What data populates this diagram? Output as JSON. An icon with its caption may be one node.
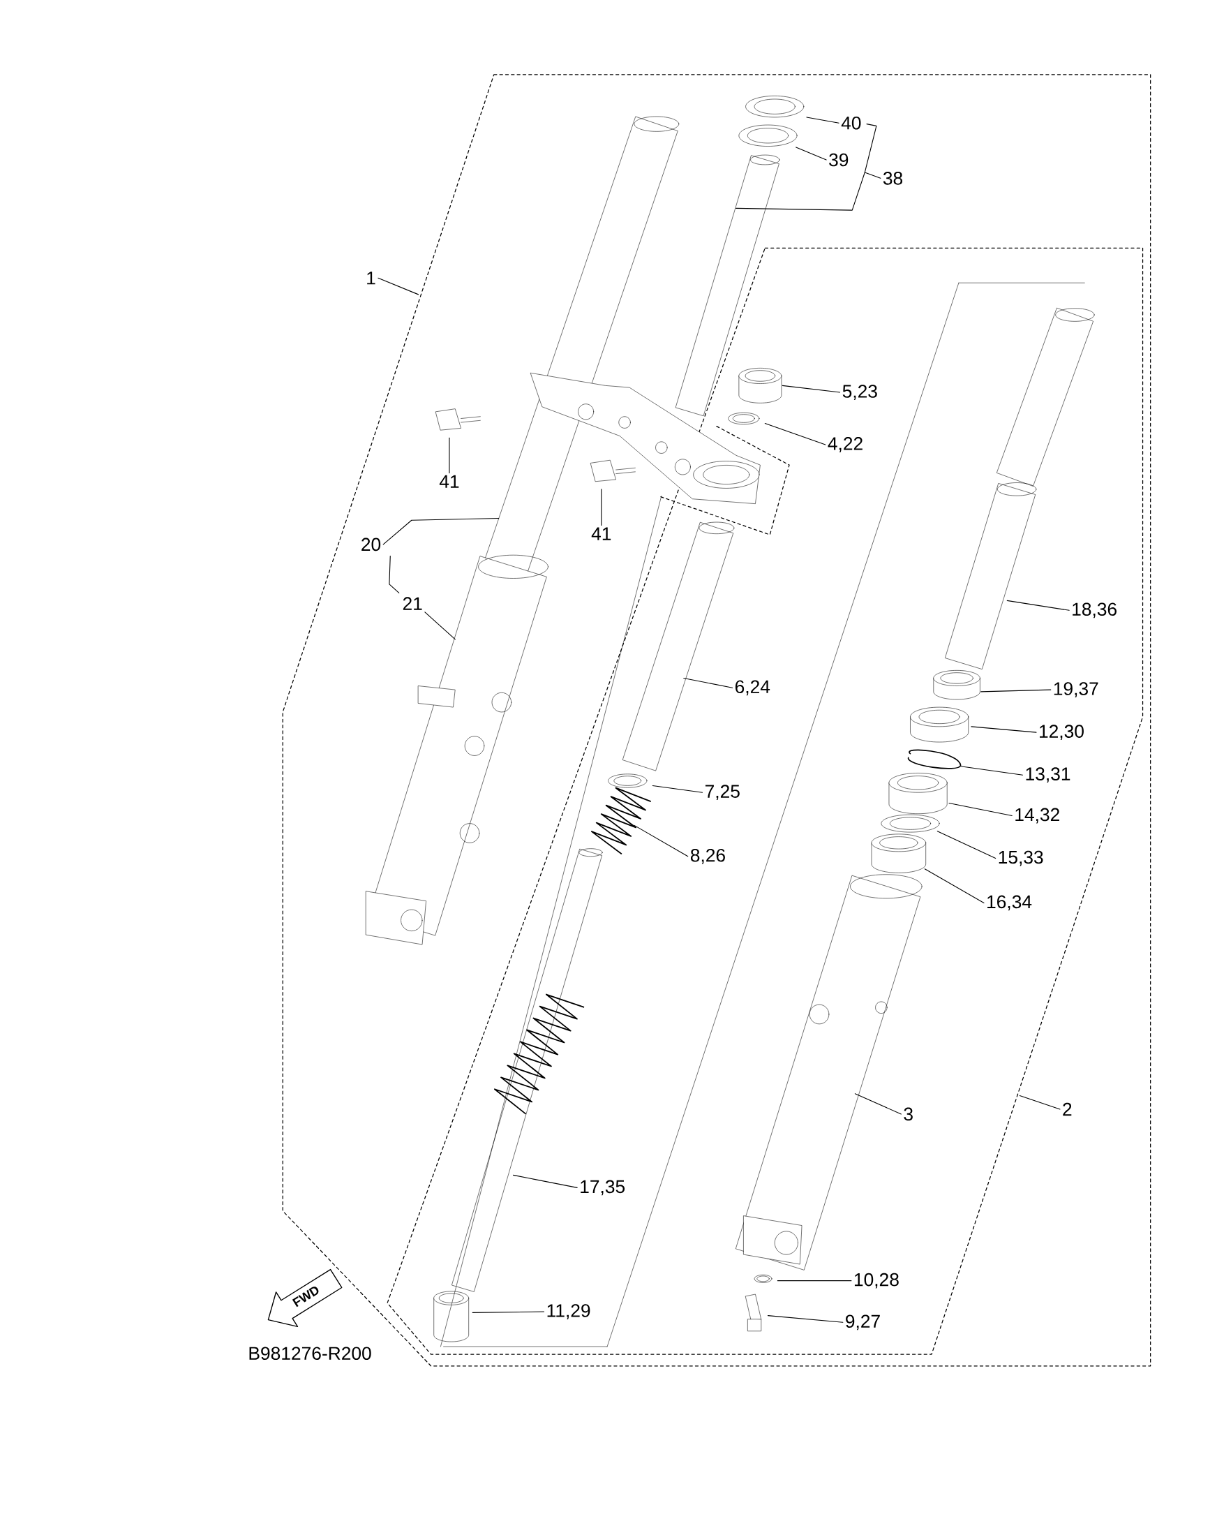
{
  "diagram": {
    "nodes": [
      {
        "text": [
          "40"
        ]
      },
      {
        "text": [
          "39"
        ]
      },
      {
        "text": [
          "38"
        ]
      },
      {
        "text": [
          "1"
        ]
      },
      {
        "text": [
          "5,23"
        ]
      },
      {
        "text": [
          "4,22"
        ]
      },
      {
        "text": [
          "41"
        ]
      },
      {
        "text": [
          "41"
        ]
      },
      {
        "text": [
          "20"
        ]
      },
      {
        "text": [
          "21"
        ]
      },
      {
        "text": [
          "18,36"
        ]
      },
      {
        "text": [
          "6,24"
        ]
      },
      {
        "text": [
          "19,37"
        ]
      },
      {
        "text": [
          "12,30"
        ]
      },
      {
        "text": [
          "13,31"
        ]
      },
      {
        "text": [
          "7,25"
        ]
      },
      {
        "text": [
          "14,32"
        ]
      },
      {
        "text": [
          "8,26"
        ]
      },
      {
        "text": [
          "15,33"
        ]
      },
      {
        "text": [
          "16,34"
        ]
      },
      {
        "text": [
          "2"
        ]
      },
      {
        "text": [
          "3"
        ]
      },
      {
        "text": [
          "17,35"
        ]
      },
      {
        "text": [
          "10,28"
        ]
      },
      {
        "text": [
          "11,29"
        ]
      },
      {
        "text": [
          "9,27"
        ]
      }
    ],
    "edges": [
      {
        "from": 0,
        "to": null,
        "arrow": "none"
      },
      {
        "from": 1,
        "to": null,
        "arrow": "none"
      },
      {
        "from": 2,
        "to": null,
        "arrow": "none"
      },
      {
        "from": 3,
        "to": null,
        "arrow": "none"
      },
      {
        "from": 4,
        "to": null,
        "arrow": "none"
      },
      {
        "from": 5,
        "to": null,
        "arrow": "none"
      },
      {
        "from": 6,
        "to": null,
        "arrow": "none"
      },
      {
        "from": 7,
        "to": null,
        "arrow": "none"
      },
      {
        "from": 8,
        "to": null,
        "arrow": "none"
      },
      {
        "from": 9,
        "to": null,
        "arrow": "none"
      },
      {
        "from": 10,
        "to": null,
        "arrow": "none"
      },
      {
        "from": 11,
        "to": null,
        "arrow": "none"
      },
      {
        "from": 12,
        "to": null,
        "arrow": "none"
      },
      {
        "from": 13,
        "to": null,
        "arrow": "none"
      },
      {
        "from": 14,
        "to": null,
        "arrow": "none"
      },
      {
        "from": 15,
        "to": null,
        "arrow": "none"
      },
      {
        "from": 16,
        "to": null,
        "arrow": "none"
      },
      {
        "from": 17,
        "to": null,
        "arrow": "none"
      },
      {
        "from": 18,
        "to": null,
        "arrow": "none"
      },
      {
        "from": 19,
        "to": null,
        "arrow": "none"
      },
      {
        "from": 20,
        "to": null,
        "arrow": "none"
      },
      {
        "from": 21,
        "to": null,
        "arrow": "none"
      },
      {
        "from": 22,
        "to": null,
        "arrow": "none"
      },
      {
        "from": 23,
        "to": null,
        "arrow": "none"
      },
      {
        "from": 24,
        "to": null,
        "arrow": "none"
      },
      {
        "from": 25,
        "to": null,
        "arrow": "none"
      }
    ],
    "labels": [
      "FWD",
      "B981276-R200"
    ]
  }
}
